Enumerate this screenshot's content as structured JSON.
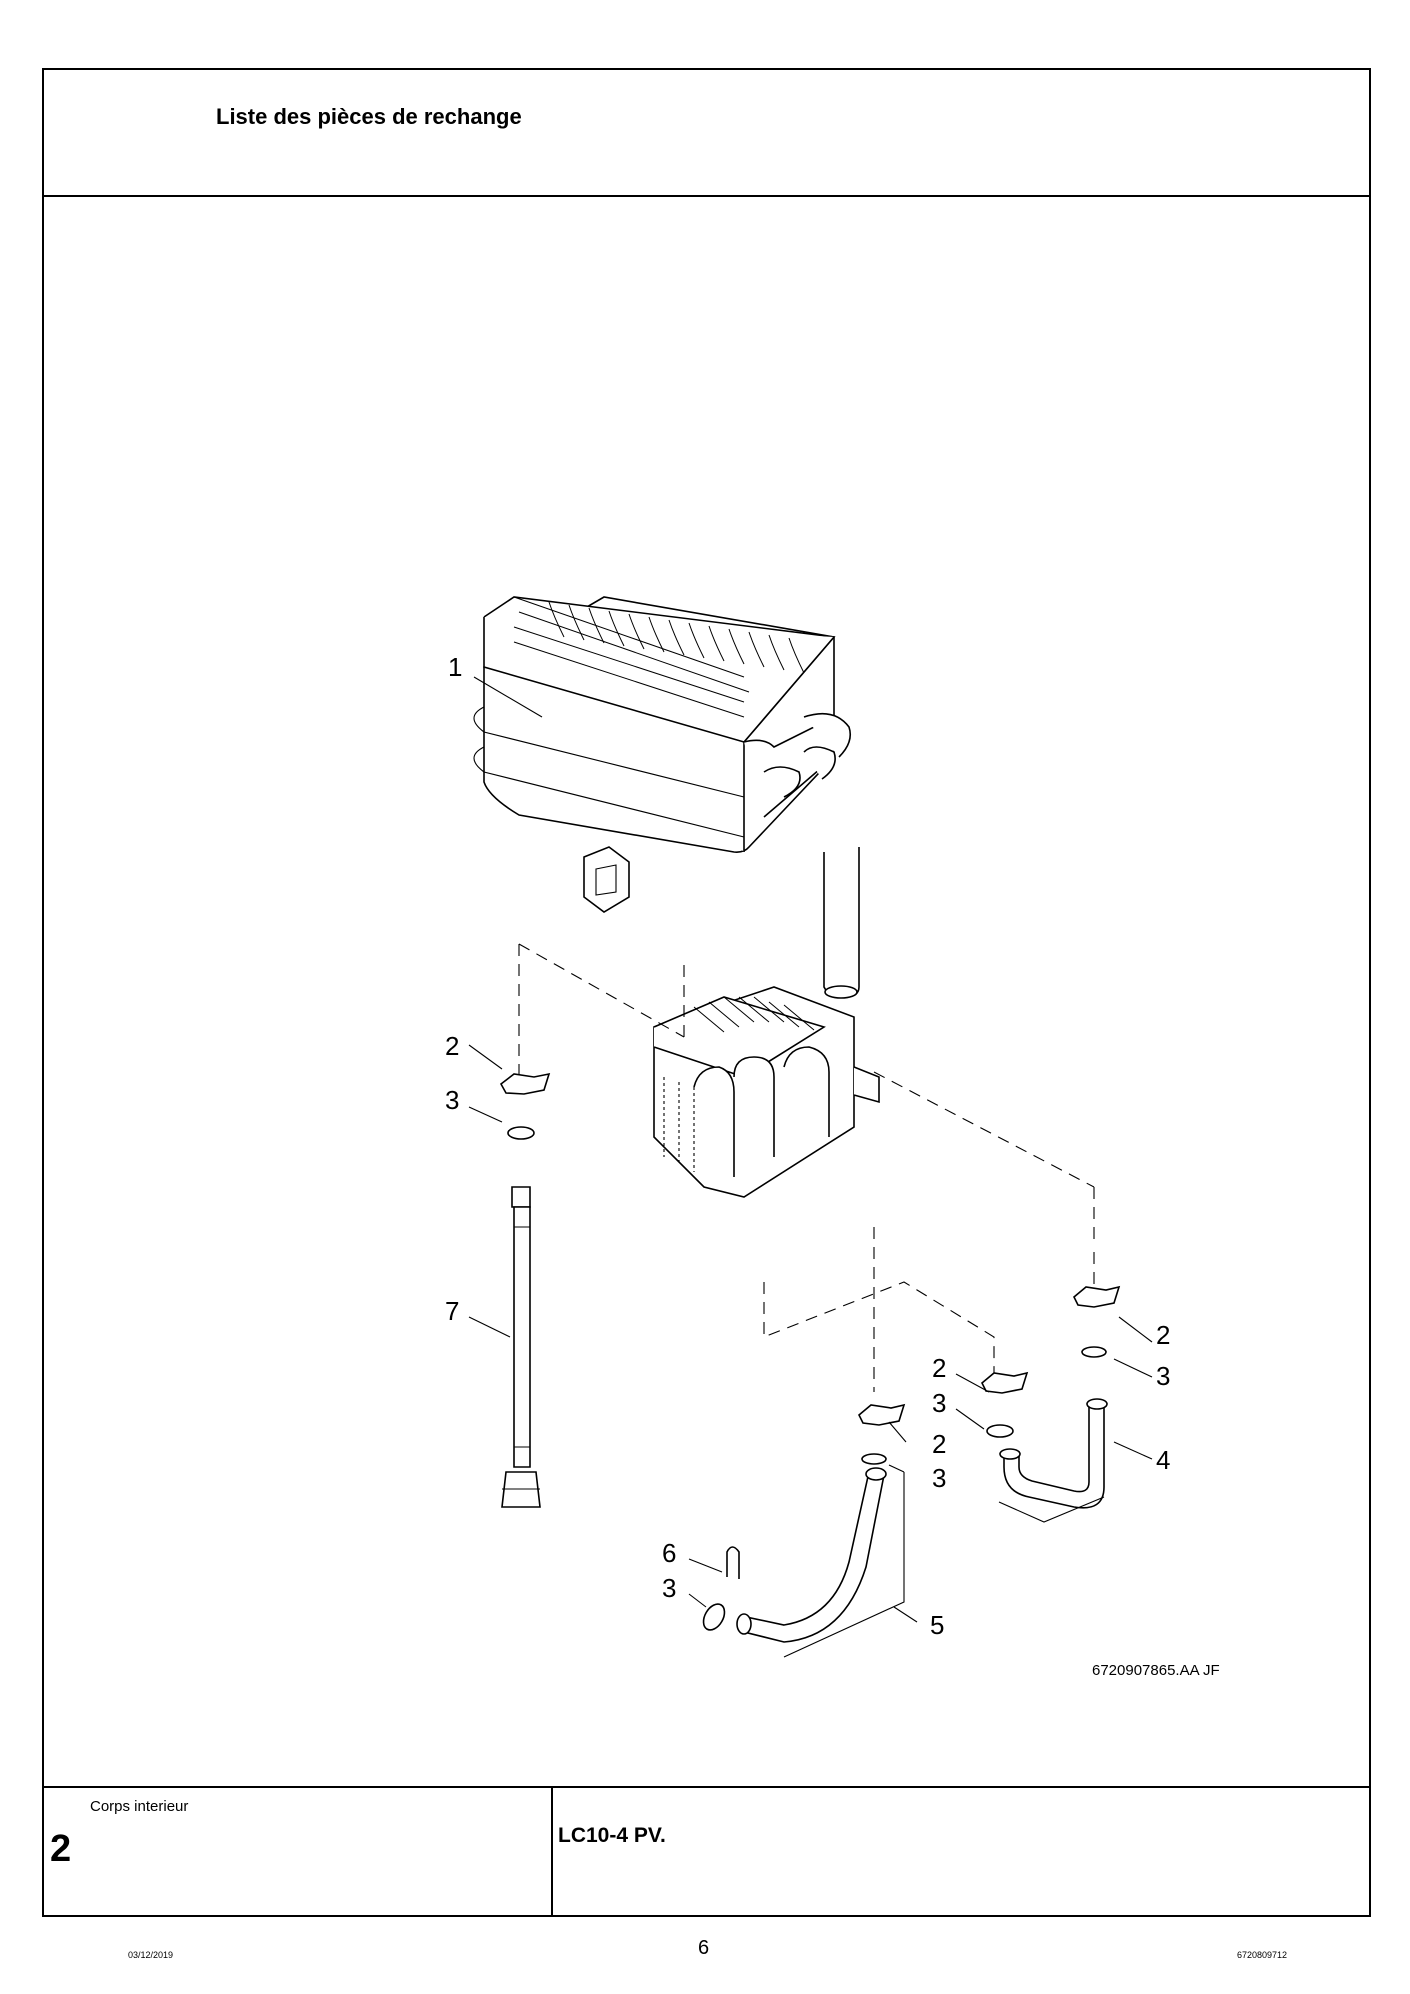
{
  "header": {
    "title": "Liste des pièces de rechange"
  },
  "drawing": {
    "reference": "6720907865.AA   JF",
    "callouts": [
      "1",
      "2",
      "3",
      "7",
      "2",
      "3",
      "2",
      "3",
      "2",
      "3",
      "4",
      "6",
      "3",
      "5"
    ]
  },
  "footer": {
    "section_label": "Corps interieur",
    "section_number": "2",
    "model": "LC10-4 PV."
  },
  "page": {
    "date": "03/12/2019",
    "number": "6",
    "document_number": "6720809712"
  }
}
